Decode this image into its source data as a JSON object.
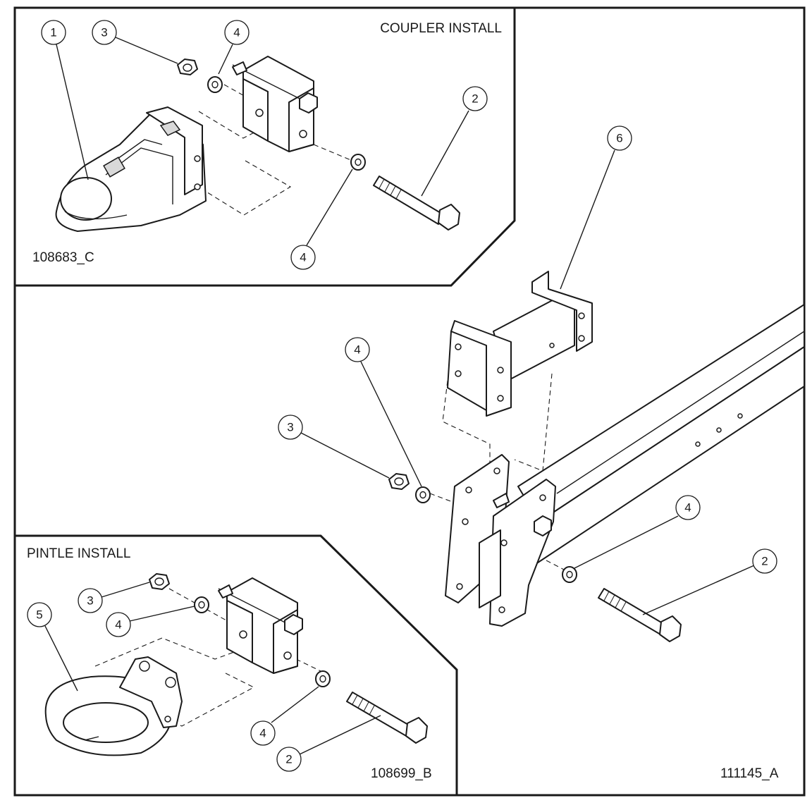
{
  "panels": {
    "coupler": {
      "title": "COUPLER INSTALL",
      "drawing_no": "108683_C"
    },
    "pintle": {
      "title": "PINTLE INSTALL",
      "drawing_no": "108699_B"
    },
    "main": {
      "drawing_no": "111145_A"
    }
  },
  "callouts": {
    "coupler": [
      "1",
      "3",
      "4",
      "2",
      "4"
    ],
    "main": [
      "6",
      "4",
      "3",
      "4",
      "2"
    ],
    "pintle": [
      "3",
      "4",
      "5",
      "4",
      "2"
    ]
  },
  "colors": {
    "line": "#1a1a1a",
    "background": "#ffffff",
    "shade": "#d9d9d9"
  }
}
